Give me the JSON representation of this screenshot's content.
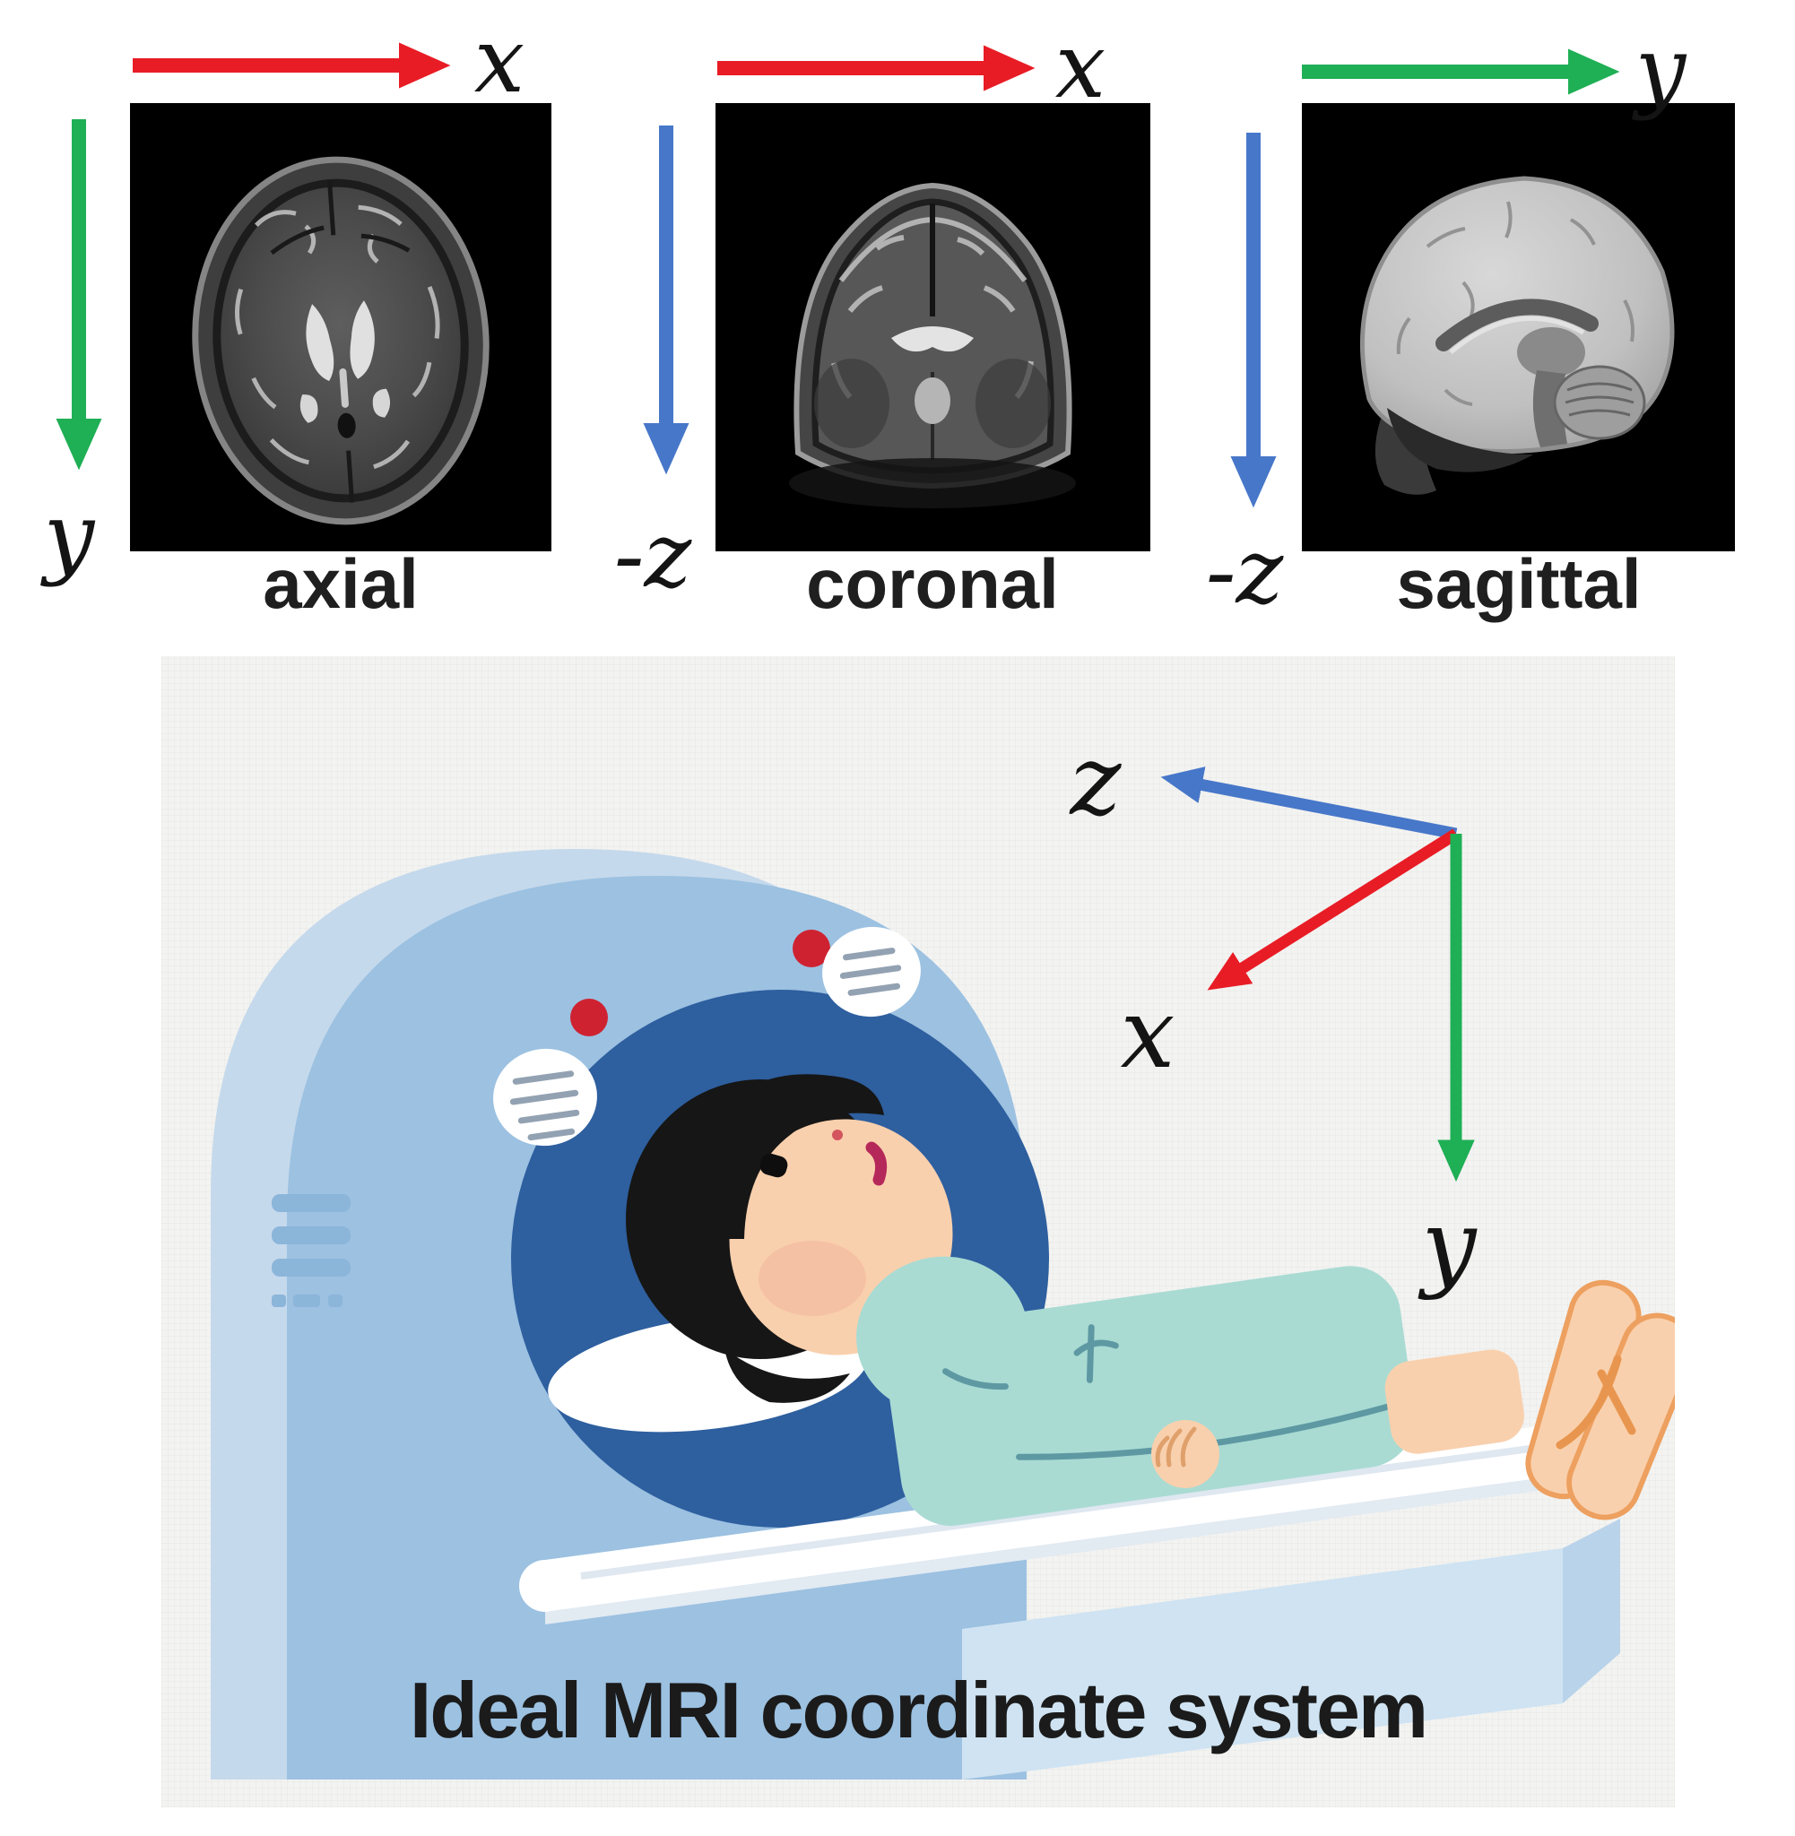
{
  "colors": {
    "axis_x_red": "#e81c25",
    "axis_y_green": "#1faf55",
    "axis_z_blue": "#4777c9",
    "panel_bg": "#f3f3f1",
    "machine_light": "#c5d9ec",
    "machine_mid": "#9cc1e1",
    "bore_dark": "#2e5f9f",
    "table_white": "#ffffff",
    "table_base_blue": "#cfe3f2",
    "scrubs_teal": "#a9dbd3",
    "skin_tone": "#f9d0ad",
    "hair_black": "#161616",
    "indicator_red": "#cf2231",
    "text_black": "#1b1b1b"
  },
  "top_row": {
    "panels": [
      {
        "caption": "axial",
        "horizontal_axis": {
          "label": "x",
          "color": "#e81c25"
        },
        "vertical_axis": {
          "label": "y",
          "color": "#1faf55"
        }
      },
      {
        "caption": "coronal",
        "horizontal_axis": {
          "label": "x",
          "color": "#e81c25"
        },
        "vertical_axis": {
          "label": "-z",
          "color": "#4777c9"
        }
      },
      {
        "caption": "sagittal",
        "horizontal_axis": {
          "label": "y",
          "color": "#1faf55"
        },
        "vertical_axis": {
          "label": "-z",
          "color": "#4777c9"
        }
      }
    ]
  },
  "bottom_panel": {
    "caption": "Ideal MRI coordinate system",
    "axis_triad": {
      "z_label": "z",
      "x_label": "x",
      "y_label": "y"
    }
  }
}
